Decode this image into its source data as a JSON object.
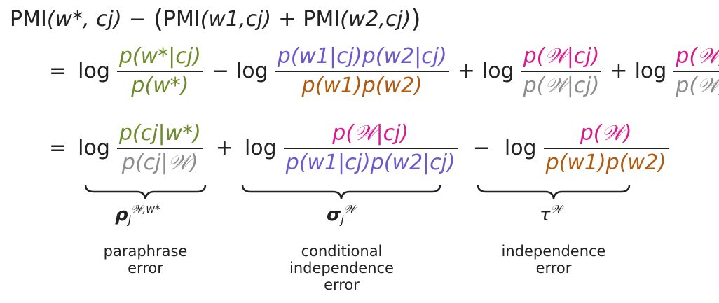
{
  "colors": {
    "text": "#222222",
    "green": "#6e8b2b",
    "gray": "#8c8c8c",
    "blue": "#6a5acd",
    "brown": "#b05a10",
    "magenta": "#d81b8a"
  },
  "equation": {
    "line1": {
      "pmi_label": "PMI",
      "lhs_term1": "(w*, cj)",
      "minus": "−",
      "lhs_open": "(",
      "pmi2": "PMI",
      "term2": "(w1,cj)",
      "plus": "+",
      "pmi3": "PMI",
      "term3": "(w2,cj)",
      "lhs_close": ")"
    },
    "line2": {
      "eq": "=",
      "log": "log",
      "f1_num": "p(w*|cj)",
      "f1_den": "p(w*)",
      "op1": "−",
      "f2_num": "p(w1|cj)p(w2|cj)",
      "f2_den": "p(w1)p(w2)",
      "op2": "+",
      "f3_num": "p(𝒲|cj)",
      "f3_den": "p(𝒲|cj)",
      "op3": "+",
      "f4_num": "p(𝒲)",
      "f4_den": "p(𝒲)"
    },
    "line3": {
      "eq": "=",
      "log": "log",
      "f1_num": "p(cj|w*)",
      "f1_den": "p(cj|𝒲)",
      "op1": "+",
      "f2_num": "p(𝒲|cj)",
      "f2_den": "p(w1|cj)p(w2|cj)",
      "op2": "−",
      "f3_num": "p(𝒲)",
      "f3_den": "p(w1)p(w2)"
    }
  },
  "terms": [
    {
      "symbol": "ρ",
      "superscript": "𝒲,w*",
      "subscript": "j",
      "caption": [
        "paraphrase",
        "error"
      ]
    },
    {
      "symbol": "σ",
      "superscript": "𝒲",
      "subscript": "j",
      "caption": [
        "conditional",
        "independence",
        "error"
      ]
    },
    {
      "symbol": "τ",
      "superscript": "𝒲",
      "subscript": "",
      "caption": [
        "independence",
        "error"
      ]
    }
  ]
}
